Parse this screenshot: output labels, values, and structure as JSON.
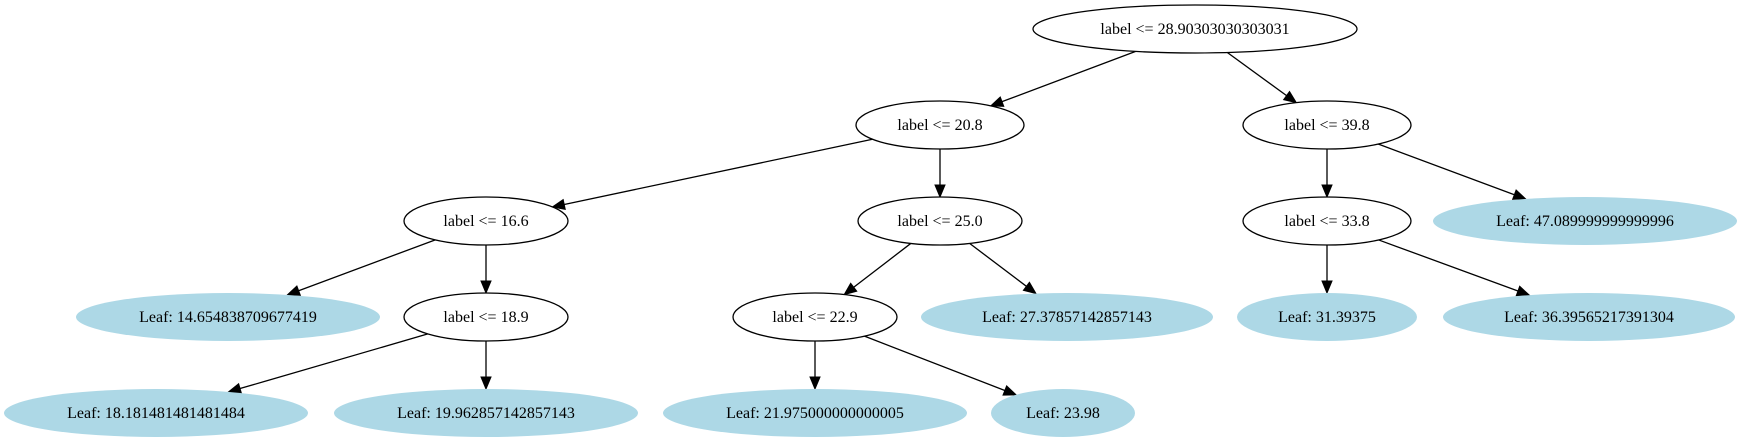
{
  "tree": {
    "nodes": [
      {
        "id": "n0",
        "kind": "split",
        "label": "label <= 28.90303030303031"
      },
      {
        "id": "n1",
        "kind": "split",
        "label": "label <= 20.8"
      },
      {
        "id": "n2",
        "kind": "split",
        "label": "label <= 39.8"
      },
      {
        "id": "n3",
        "kind": "split",
        "label": "label <= 16.6"
      },
      {
        "id": "n4",
        "kind": "split",
        "label": "label <= 25.0"
      },
      {
        "id": "n5",
        "kind": "split",
        "label": "label <= 33.8"
      },
      {
        "id": "n6",
        "kind": "leaf",
        "label": "Leaf: 47.089999999999996"
      },
      {
        "id": "n7",
        "kind": "leaf",
        "label": "Leaf: 14.654838709677419"
      },
      {
        "id": "n8",
        "kind": "split",
        "label": "label <= 18.9"
      },
      {
        "id": "n9",
        "kind": "split",
        "label": "label <= 22.9"
      },
      {
        "id": "n10",
        "kind": "leaf",
        "label": "Leaf: 27.37857142857143"
      },
      {
        "id": "n11",
        "kind": "leaf",
        "label": "Leaf: 31.39375"
      },
      {
        "id": "n12",
        "kind": "leaf",
        "label": "Leaf: 36.39565217391304"
      },
      {
        "id": "n13",
        "kind": "leaf",
        "label": "Leaf: 18.181481481481484"
      },
      {
        "id": "n14",
        "kind": "leaf",
        "label": "Leaf: 19.962857142857143"
      },
      {
        "id": "n15",
        "kind": "leaf",
        "label": "Leaf: 21.975000000000005"
      },
      {
        "id": "n16",
        "kind": "leaf",
        "label": "Leaf: 23.98"
      }
    ],
    "edges": [
      {
        "from": "n0",
        "to": "n1"
      },
      {
        "from": "n0",
        "to": "n2"
      },
      {
        "from": "n1",
        "to": "n3"
      },
      {
        "from": "n1",
        "to": "n4"
      },
      {
        "from": "n2",
        "to": "n5"
      },
      {
        "from": "n2",
        "to": "n6"
      },
      {
        "from": "n3",
        "to": "n7"
      },
      {
        "from": "n3",
        "to": "n8"
      },
      {
        "from": "n4",
        "to": "n9"
      },
      {
        "from": "n4",
        "to": "n10"
      },
      {
        "from": "n5",
        "to": "n11"
      },
      {
        "from": "n5",
        "to": "n12"
      },
      {
        "from": "n8",
        "to": "n13"
      },
      {
        "from": "n8",
        "to": "n14"
      },
      {
        "from": "n9",
        "to": "n15"
      },
      {
        "from": "n9",
        "to": "n16"
      }
    ],
    "colors": {
      "leaf_fill": "#add8e6",
      "split_fill": "#ffffff",
      "stroke": "#000000"
    }
  }
}
